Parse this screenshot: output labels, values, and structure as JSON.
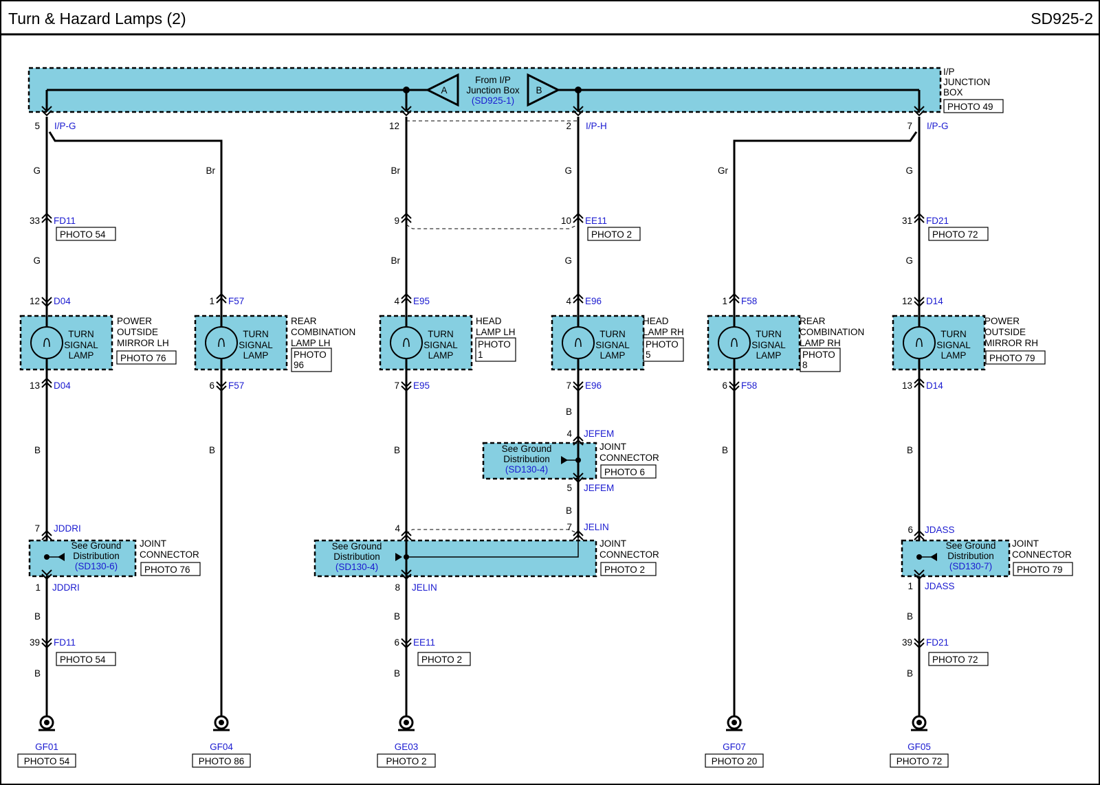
{
  "header": {
    "title": "Turn & Hazard Lamps (2)",
    "code": "SD925-2"
  },
  "junction": {
    "from_line1": "From I/P",
    "from_line2": "Junction Box",
    "from_ref": "(SD925-1)",
    "tag_a": "A",
    "tag_b": "B",
    "name": [
      "I/P",
      "JUNCTION",
      "BOX"
    ],
    "photo": "PHOTO 49"
  },
  "top_pins": [
    {
      "pin": "5",
      "conn": "I/P-G"
    },
    {
      "pin": "12",
      "conn": ""
    },
    {
      "pin": "2",
      "conn": "I/P-H"
    },
    {
      "pin": "7",
      "conn": "I/P-G"
    }
  ],
  "branches": [
    {
      "id": "lh-mirror",
      "wire_top": "G",
      "inline": {
        "pin": "33",
        "conn": "FD11",
        "photo": "PHOTO 54"
      },
      "wire_mid": "G",
      "lamp_in": {
        "pin": "12",
        "conn": "D04"
      },
      "lamp": {
        "l1": "TURN",
        "l2": "SIGNAL",
        "l3": "LAMP"
      },
      "name": [
        "POWER",
        "OUTSIDE",
        "MIRROR LH"
      ],
      "photo": [
        "PHOTO 76"
      ],
      "lamp_out": {
        "pin": "13",
        "conn": "D04"
      },
      "wire_low": "B",
      "joint": {
        "in_pin": "7",
        "in_conn": "JDDRI",
        "see1": "See Ground",
        "see2": "Distribution",
        "ref": "(SD130-6)",
        "name1": "JOINT",
        "name2": "CONNECTOR",
        "photo": "PHOTO 76",
        "out_pin": "1",
        "out_conn": "JDDRI"
      },
      "wire_joint": "B",
      "bottom_inline": {
        "pin": "39",
        "conn": "FD11",
        "photo": "PHOTO 54"
      },
      "wire_gnd": "B",
      "ground": {
        "name": "GF01",
        "photo": "PHOTO 54"
      }
    },
    {
      "id": "lh-rear",
      "wire_top": "Br",
      "lamp_in": {
        "pin": "1",
        "conn": "F57"
      },
      "lamp": {
        "l1": "TURN",
        "l2": "SIGNAL",
        "l3": "LAMP"
      },
      "name": [
        "REAR",
        "COMBINATION",
        "LAMP LH"
      ],
      "photo": [
        "PHOTO",
        "96"
      ],
      "lamp_out": {
        "pin": "6",
        "conn": "F57"
      },
      "wire_low": "B",
      "ground": {
        "name": "GF04",
        "photo": "PHOTO 86"
      }
    },
    {
      "id": "lh-head",
      "wire_top": "Br",
      "inline": {
        "pin": "9",
        "conn": "",
        "photo": ""
      },
      "wire_mid": "Br",
      "lamp_in": {
        "pin": "4",
        "conn": "E95"
      },
      "lamp": {
        "l1": "TURN",
        "l2": "SIGNAL",
        "l3": "LAMP"
      },
      "name": [
        "HEAD",
        "LAMP LH"
      ],
      "photo": [
        "PHOTO",
        "1"
      ],
      "lamp_out": {
        "pin": "7",
        "conn": "E95"
      },
      "wire_low": "B",
      "joint_in_pin": "4",
      "joint_out": {
        "pin": "8",
        "conn": "JELIN"
      },
      "wire_joint": "B",
      "bottom_inline": {
        "pin": "6",
        "conn": "EE11",
        "photo": "PHOTO 2"
      },
      "wire_gnd": "B",
      "ground": {
        "name": "GE03",
        "photo": "PHOTO 2"
      }
    },
    {
      "id": "rh-head",
      "wire_top": "G",
      "inline": {
        "pin": "10",
        "conn": "EE11",
        "photo": "PHOTO 2"
      },
      "wire_mid": "G",
      "lamp_in": {
        "pin": "4",
        "conn": "E96"
      },
      "lamp": {
        "l1": "TURN",
        "l2": "SIGNAL",
        "l3": "LAMP"
      },
      "name": [
        "HEAD",
        "LAMP RH"
      ],
      "photo": [
        "PHOTO",
        "5"
      ],
      "lamp_out": {
        "pin": "7",
        "conn": "E96"
      },
      "wire_low": "B",
      "jefem": {
        "in_pin": "4",
        "in_conn": "JEFEM",
        "see1": "See Ground",
        "see2": "Distribution",
        "ref": "(SD130-4)",
        "name1": "JOINT",
        "name2": "CONNECTOR",
        "photo": "PHOTO 6",
        "out_pin": "5",
        "out_conn": "JEFEM"
      },
      "wire_jefem": "B",
      "jelin": {
        "in_pin": "7",
        "in_conn": "JELIN",
        "see1": "See Ground",
        "see2": "Distribution",
        "ref": "(SD130-4)",
        "name1": "JOINT",
        "name2": "CONNECTOR",
        "photo": "PHOTO 2"
      }
    },
    {
      "id": "rh-rear",
      "wire_top": "Gr",
      "lamp_in": {
        "pin": "1",
        "conn": "F58"
      },
      "lamp": {
        "l1": "TURN",
        "l2": "SIGNAL",
        "l3": "LAMP"
      },
      "name": [
        "REAR",
        "COMBINATION",
        "LAMP RH"
      ],
      "photo": [
        "PHOTO",
        "8"
      ],
      "lamp_out": {
        "pin": "6",
        "conn": "F58"
      },
      "wire_low": "B",
      "ground": {
        "name": "GF07",
        "photo": "PHOTO 20"
      }
    },
    {
      "id": "rh-mirror",
      "wire_top": "G",
      "inline": {
        "pin": "31",
        "conn": "FD21",
        "photo": "PHOTO 72"
      },
      "wire_mid": "G",
      "lamp_in": {
        "pin": "12",
        "conn": "D14"
      },
      "lamp": {
        "l1": "TURN",
        "l2": "SIGNAL",
        "l3": "LAMP"
      },
      "name": [
        "POWER",
        "OUTSIDE",
        "MIRROR RH"
      ],
      "photo": [
        "PHOTO 79"
      ],
      "lamp_out": {
        "pin": "13",
        "conn": "D14"
      },
      "wire_low": "B",
      "joint": {
        "in_pin": "6",
        "in_conn": "JDASS",
        "see1": "See Ground",
        "see2": "Distribution",
        "ref": "(SD130-7)",
        "name1": "JOINT",
        "name2": "CONNECTOR",
        "photo": "PHOTO 79",
        "out_pin": "1",
        "out_conn": "JDASS"
      },
      "wire_joint": "B",
      "bottom_inline": {
        "pin": "39",
        "conn": "FD21",
        "photo": "PHOTO 72"
      },
      "wire_gnd": "B",
      "ground": {
        "name": "GF05",
        "photo": "PHOTO 72"
      }
    }
  ]
}
